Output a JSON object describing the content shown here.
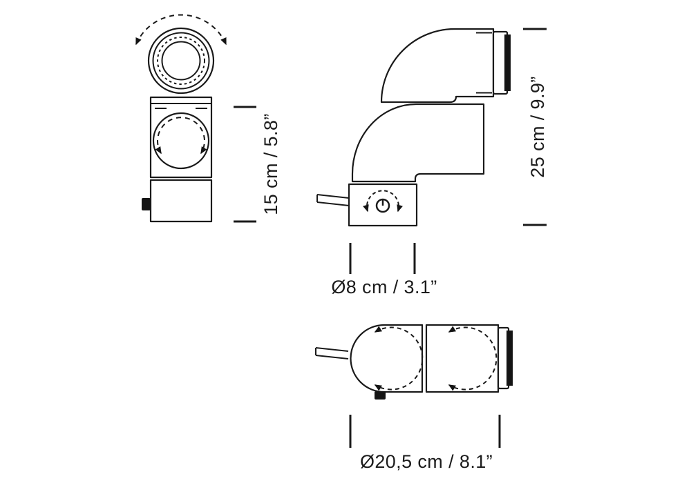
{
  "page": {
    "background": "#ffffff",
    "line_color": "#1a1a1a",
    "text_color": "#1c1c1c"
  },
  "drawing": {
    "type": "product-dimension-diagram",
    "subject": "articulated-elbow-tube-lamp",
    "views": [
      "front-upright",
      "side-s-shape",
      "bottom-extended"
    ],
    "dimensions": {
      "front_height": "15 cm / 5.8”",
      "side_height": "25 cm / 9.9”",
      "base_diameter": "Ø8 cm / 3.1”",
      "extended_length": "Ø20,5 cm / 8.1”"
    },
    "icons": [
      "rotation-arrow-icon",
      "power-button-icon"
    ]
  }
}
